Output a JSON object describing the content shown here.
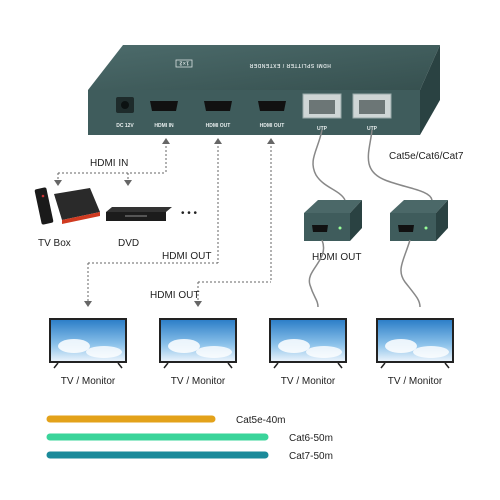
{
  "device": {
    "top_label": "HDMI SPLITTER / EXTENDER",
    "logo": "1×2",
    "ports": [
      "DC 12V",
      "HDMI IN",
      "HDMI OUT",
      "HDMI OUT",
      "UTP",
      "UTP"
    ]
  },
  "labels": {
    "hdmi_in": "HDMI IN",
    "hdmi_out_1": "HDMI OUT",
    "hdmi_out_2": "HDMI OUT",
    "hdmi_out_rx": "HDMI OUT",
    "cable": "Cat5e/Cat6/Cat7",
    "tv_box": "TV Box",
    "dvd": "DVD",
    "dots": "• • •"
  },
  "monitors": [
    {
      "label": "TV / Monitor"
    },
    {
      "label": "TV / Monitor"
    },
    {
      "label": "TV / Monitor"
    },
    {
      "label": "TV / Monitor"
    }
  ],
  "legend": [
    {
      "label": "Cat5e-40m",
      "color": "#e3a21a"
    },
    {
      "label": "Cat6-50m",
      "color": "#3ad49a"
    },
    {
      "label": "Cat7-50m",
      "color": "#1a8a9a"
    }
  ],
  "colors": {
    "device": "#3d5a5a",
    "device_dark": "#2c4545",
    "cable": "#888888"
  }
}
